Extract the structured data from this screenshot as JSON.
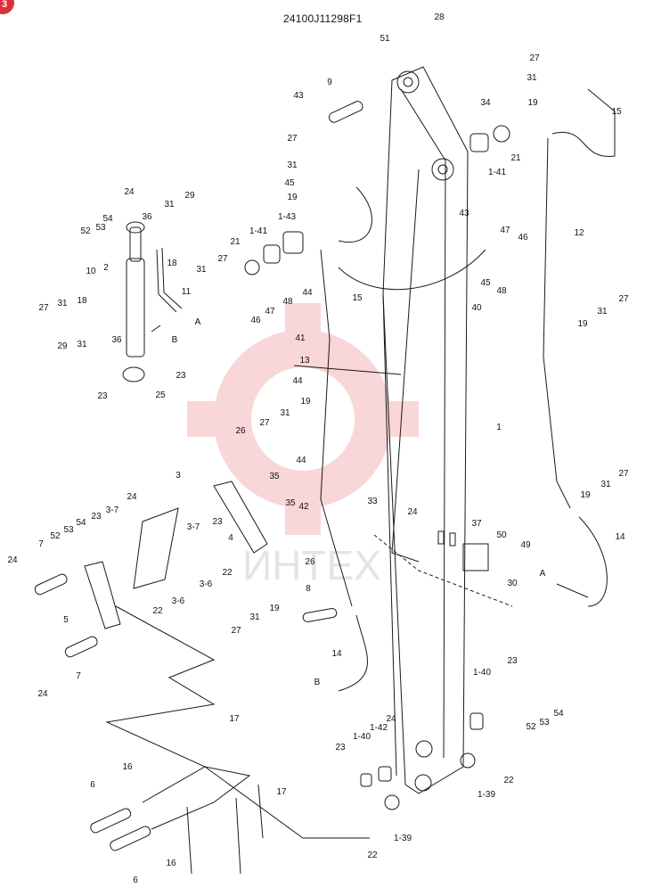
{
  "drawing_number": "24100J11298F1",
  "corner_badge": "3",
  "watermark_text": "ИНТЕХ",
  "colors": {
    "line": "#1a1a1a",
    "watermark": "#e8474d",
    "badge": "#d8333c"
  },
  "callouts": [
    {
      "id": "c28",
      "label": "28"
    },
    {
      "id": "c51",
      "label": "51"
    },
    {
      "id": "c9",
      "label": "9"
    },
    {
      "id": "c43a",
      "label": "43"
    },
    {
      "id": "c34",
      "label": "34"
    },
    {
      "id": "c27a",
      "label": "27"
    },
    {
      "id": "c31a",
      "label": "31"
    },
    {
      "id": "c19a",
      "label": "19"
    },
    {
      "id": "c15a",
      "label": "15"
    },
    {
      "id": "c27b",
      "label": "27"
    },
    {
      "id": "c31b",
      "label": "31"
    },
    {
      "id": "c45a",
      "label": "45"
    },
    {
      "id": "c19b",
      "label": "19"
    },
    {
      "id": "c21a",
      "label": "21"
    },
    {
      "id": "c141a",
      "label": "1-41"
    },
    {
      "id": "c43b",
      "label": "43"
    },
    {
      "id": "c24a",
      "label": "24"
    },
    {
      "id": "c29a",
      "label": "29"
    },
    {
      "id": "c31c",
      "label": "31"
    },
    {
      "id": "c36a",
      "label": "36"
    },
    {
      "id": "c54a",
      "label": "54"
    },
    {
      "id": "c52a",
      "label": "52"
    },
    {
      "id": "c53a",
      "label": "53"
    },
    {
      "id": "c2",
      "label": "2"
    },
    {
      "id": "c18a",
      "label": "18"
    },
    {
      "id": "c31d",
      "label": "31"
    },
    {
      "id": "c27c",
      "label": "27"
    },
    {
      "id": "c11",
      "label": "11"
    },
    {
      "id": "cA1",
      "label": "A"
    },
    {
      "id": "c10",
      "label": "10"
    },
    {
      "id": "c18b",
      "label": "18"
    },
    {
      "id": "c27d",
      "label": "27"
    },
    {
      "id": "c31e",
      "label": "31"
    },
    {
      "id": "cB1",
      "label": "B"
    },
    {
      "id": "c29b",
      "label": "29"
    },
    {
      "id": "c31f",
      "label": "31"
    },
    {
      "id": "c36b",
      "label": "36"
    },
    {
      "id": "c23a",
      "label": "23"
    },
    {
      "id": "c25",
      "label": "25"
    },
    {
      "id": "c23b",
      "label": "23"
    },
    {
      "id": "c21b",
      "label": "21"
    },
    {
      "id": "c141b",
      "label": "1-41"
    },
    {
      "id": "c143",
      "label": "1-43"
    },
    {
      "id": "c15b",
      "label": "15"
    },
    {
      "id": "c12",
      "label": "12"
    },
    {
      "id": "c47a",
      "label": "47"
    },
    {
      "id": "c46a",
      "label": "46"
    },
    {
      "id": "c45b",
      "label": "45"
    },
    {
      "id": "c48a",
      "label": "48"
    },
    {
      "id": "c40",
      "label": "40"
    },
    {
      "id": "c27e",
      "label": "27"
    },
    {
      "id": "c31g",
      "label": "31"
    },
    {
      "id": "c19c",
      "label": "19"
    },
    {
      "id": "c44a",
      "label": "44"
    },
    {
      "id": "c48b",
      "label": "48"
    },
    {
      "id": "c47b",
      "label": "47"
    },
    {
      "id": "c46b",
      "label": "46"
    },
    {
      "id": "c41",
      "label": "41"
    },
    {
      "id": "c13",
      "label": "13"
    },
    {
      "id": "c44b",
      "label": "44"
    },
    {
      "id": "c19d",
      "label": "19"
    },
    {
      "id": "c31h",
      "label": "31"
    },
    {
      "id": "c27f",
      "label": "27"
    },
    {
      "id": "c26a",
      "label": "26"
    },
    {
      "id": "c44c",
      "label": "44"
    },
    {
      "id": "c1",
      "label": "1"
    },
    {
      "id": "c27g",
      "label": "27"
    },
    {
      "id": "c19e",
      "label": "19"
    },
    {
      "id": "c31i",
      "label": "31"
    },
    {
      "id": "c35a",
      "label": "35"
    },
    {
      "id": "c35b",
      "label": "35"
    },
    {
      "id": "c42",
      "label": "42"
    },
    {
      "id": "c24b",
      "label": "24"
    },
    {
      "id": "c3",
      "label": "3"
    },
    {
      "id": "c24c",
      "label": "24"
    },
    {
      "id": "c37a",
      "label": "3-7"
    },
    {
      "id": "c23c",
      "label": "23"
    },
    {
      "id": "c54b",
      "label": "54"
    },
    {
      "id": "c53b",
      "label": "53"
    },
    {
      "id": "c52b",
      "label": "52"
    },
    {
      "id": "c7a",
      "label": "7"
    },
    {
      "id": "c23d",
      "label": "23"
    },
    {
      "id": "c37b",
      "label": "3-7"
    },
    {
      "id": "c4",
      "label": "4"
    },
    {
      "id": "c22a",
      "label": "22"
    },
    {
      "id": "c36c",
      "label": "3-6"
    },
    {
      "id": "c36d",
      "label": "3-6"
    },
    {
      "id": "c22b",
      "label": "22"
    },
    {
      "id": "c26b",
      "label": "26"
    },
    {
      "id": "c33",
      "label": "33"
    },
    {
      "id": "c37c",
      "label": "37"
    },
    {
      "id": "c50",
      "label": "50"
    },
    {
      "id": "c49",
      "label": "49"
    },
    {
      "id": "c14a",
      "label": "14"
    },
    {
      "id": "c24d",
      "label": "24"
    },
    {
      "id": "c5",
      "label": "5"
    },
    {
      "id": "c8",
      "label": "8"
    },
    {
      "id": "c30",
      "label": "30"
    },
    {
      "id": "cA2",
      "label": "A"
    },
    {
      "id": "c19f",
      "label": "19"
    },
    {
      "id": "c31j",
      "label": "31"
    },
    {
      "id": "c27h",
      "label": "27"
    },
    {
      "id": "c14b",
      "label": "14"
    },
    {
      "id": "cB2",
      "label": "B"
    },
    {
      "id": "c7b",
      "label": "7"
    },
    {
      "id": "c24e",
      "label": "24"
    },
    {
      "id": "c140a",
      "label": "1-40"
    },
    {
      "id": "c23e",
      "label": "23"
    },
    {
      "id": "c54c",
      "label": "54"
    },
    {
      "id": "c53c",
      "label": "53"
    },
    {
      "id": "c52c",
      "label": "52"
    },
    {
      "id": "c17a",
      "label": "17"
    },
    {
      "id": "c24f",
      "label": "24"
    },
    {
      "id": "c140b",
      "label": "1-40"
    },
    {
      "id": "c142",
      "label": "1-42"
    },
    {
      "id": "c23f",
      "label": "23"
    },
    {
      "id": "c22c",
      "label": "22"
    },
    {
      "id": "c139a",
      "label": "1-39"
    },
    {
      "id": "c17b",
      "label": "17"
    },
    {
      "id": "c16a",
      "label": "16"
    },
    {
      "id": "c6a",
      "label": "6"
    },
    {
      "id": "c16b",
      "label": "16"
    },
    {
      "id": "c22d",
      "label": "22"
    },
    {
      "id": "c139b",
      "label": "1-39"
    },
    {
      "id": "c6b",
      "label": "6"
    }
  ]
}
